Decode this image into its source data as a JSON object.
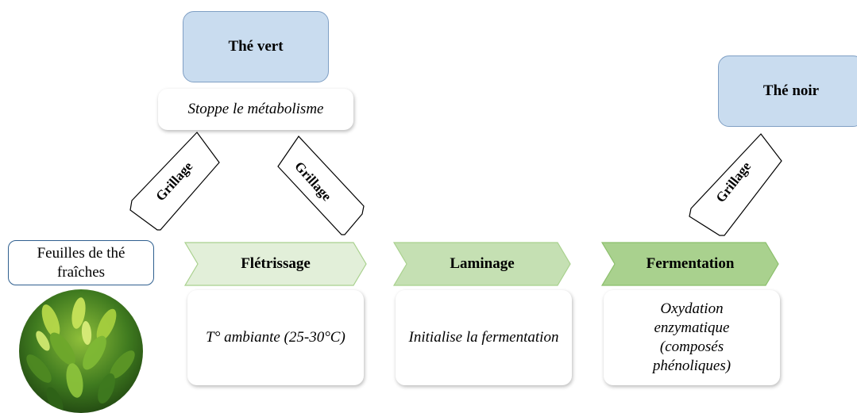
{
  "nodes": {
    "the_vert": "Thé vert",
    "stoppe": "Stoppe le métabolisme",
    "the_noir": "Thé noir",
    "feuilles": "Feuilles de thé fraîches"
  },
  "steps": [
    {
      "label": "Flétrissage",
      "desc": "T° ambiante (25-30°C)",
      "color": "#e2efd9"
    },
    {
      "label": "Laminage",
      "desc": "Initialise la fermentation",
      "color": "#c5e0b3"
    },
    {
      "label": "Fermentation",
      "desc": "Oxydation enzymatique (composés phénoliques)",
      "color": "#a9d18e"
    }
  ],
  "arrows": {
    "grillage_1": "Grillage",
    "grillage_2": "Grillage",
    "grillage_3": "Grillage"
  },
  "colors": {
    "blue_fill": "#c9dcef",
    "blue_border": "#7f9fc4",
    "chevron_border": "#a9d18e"
  }
}
